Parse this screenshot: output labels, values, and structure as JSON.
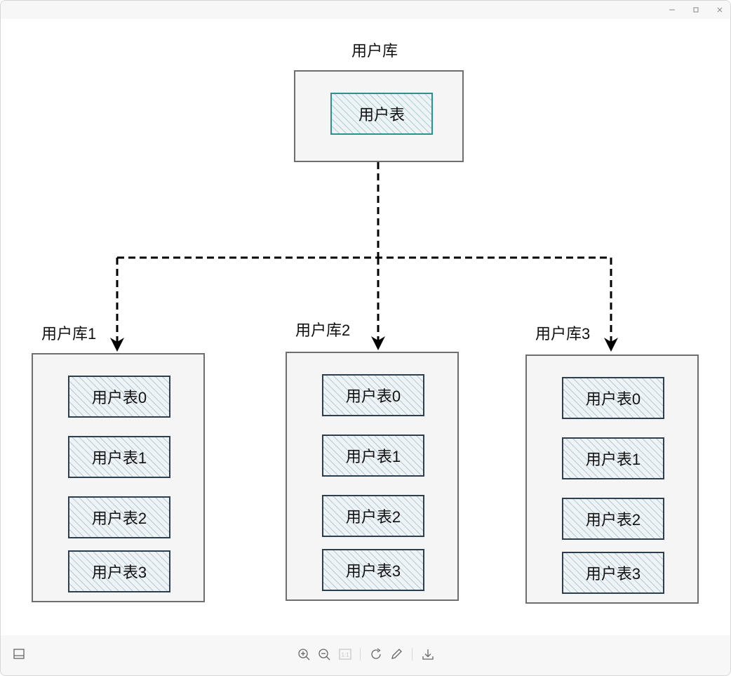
{
  "window": {
    "controls": [
      {
        "name": "minimize",
        "icon": "minimize-icon"
      },
      {
        "name": "maximize",
        "icon": "maximize-icon"
      },
      {
        "name": "close",
        "icon": "close-icon"
      }
    ]
  },
  "diagram": {
    "root": {
      "label": "用户库",
      "table": "用户表"
    },
    "shards": [
      {
        "label": "用户库1",
        "tables": [
          "用户表0",
          "用户表1",
          "用户表2",
          "用户表3"
        ]
      },
      {
        "label": "用户库2",
        "tables": [
          "用户表0",
          "用户表1",
          "用户表2",
          "用户表3"
        ]
      },
      {
        "label": "用户库3",
        "tables": [
          "用户表0",
          "用户表1",
          "用户表2",
          "用户表3"
        ]
      }
    ],
    "colors": {
      "db_fill": "#f5f5f5",
      "db_border": "#6e6e6e",
      "table_border": "#2d3e4f",
      "root_table_border": "#2a9090",
      "connector": "#000000"
    }
  },
  "toolbar": {
    "left": [
      {
        "name": "sidebar-toggle",
        "icon": "panel-icon"
      }
    ],
    "center": [
      {
        "name": "zoom-in",
        "icon": "zoom-in-icon"
      },
      {
        "name": "zoom-out",
        "icon": "zoom-out-icon"
      },
      {
        "name": "actual-size",
        "icon": "actual-size-icon",
        "text": "1:1"
      },
      {
        "name": "rotate",
        "icon": "rotate-icon"
      },
      {
        "name": "edit",
        "icon": "pencil-icon"
      },
      {
        "name": "download",
        "icon": "download-icon"
      }
    ]
  }
}
